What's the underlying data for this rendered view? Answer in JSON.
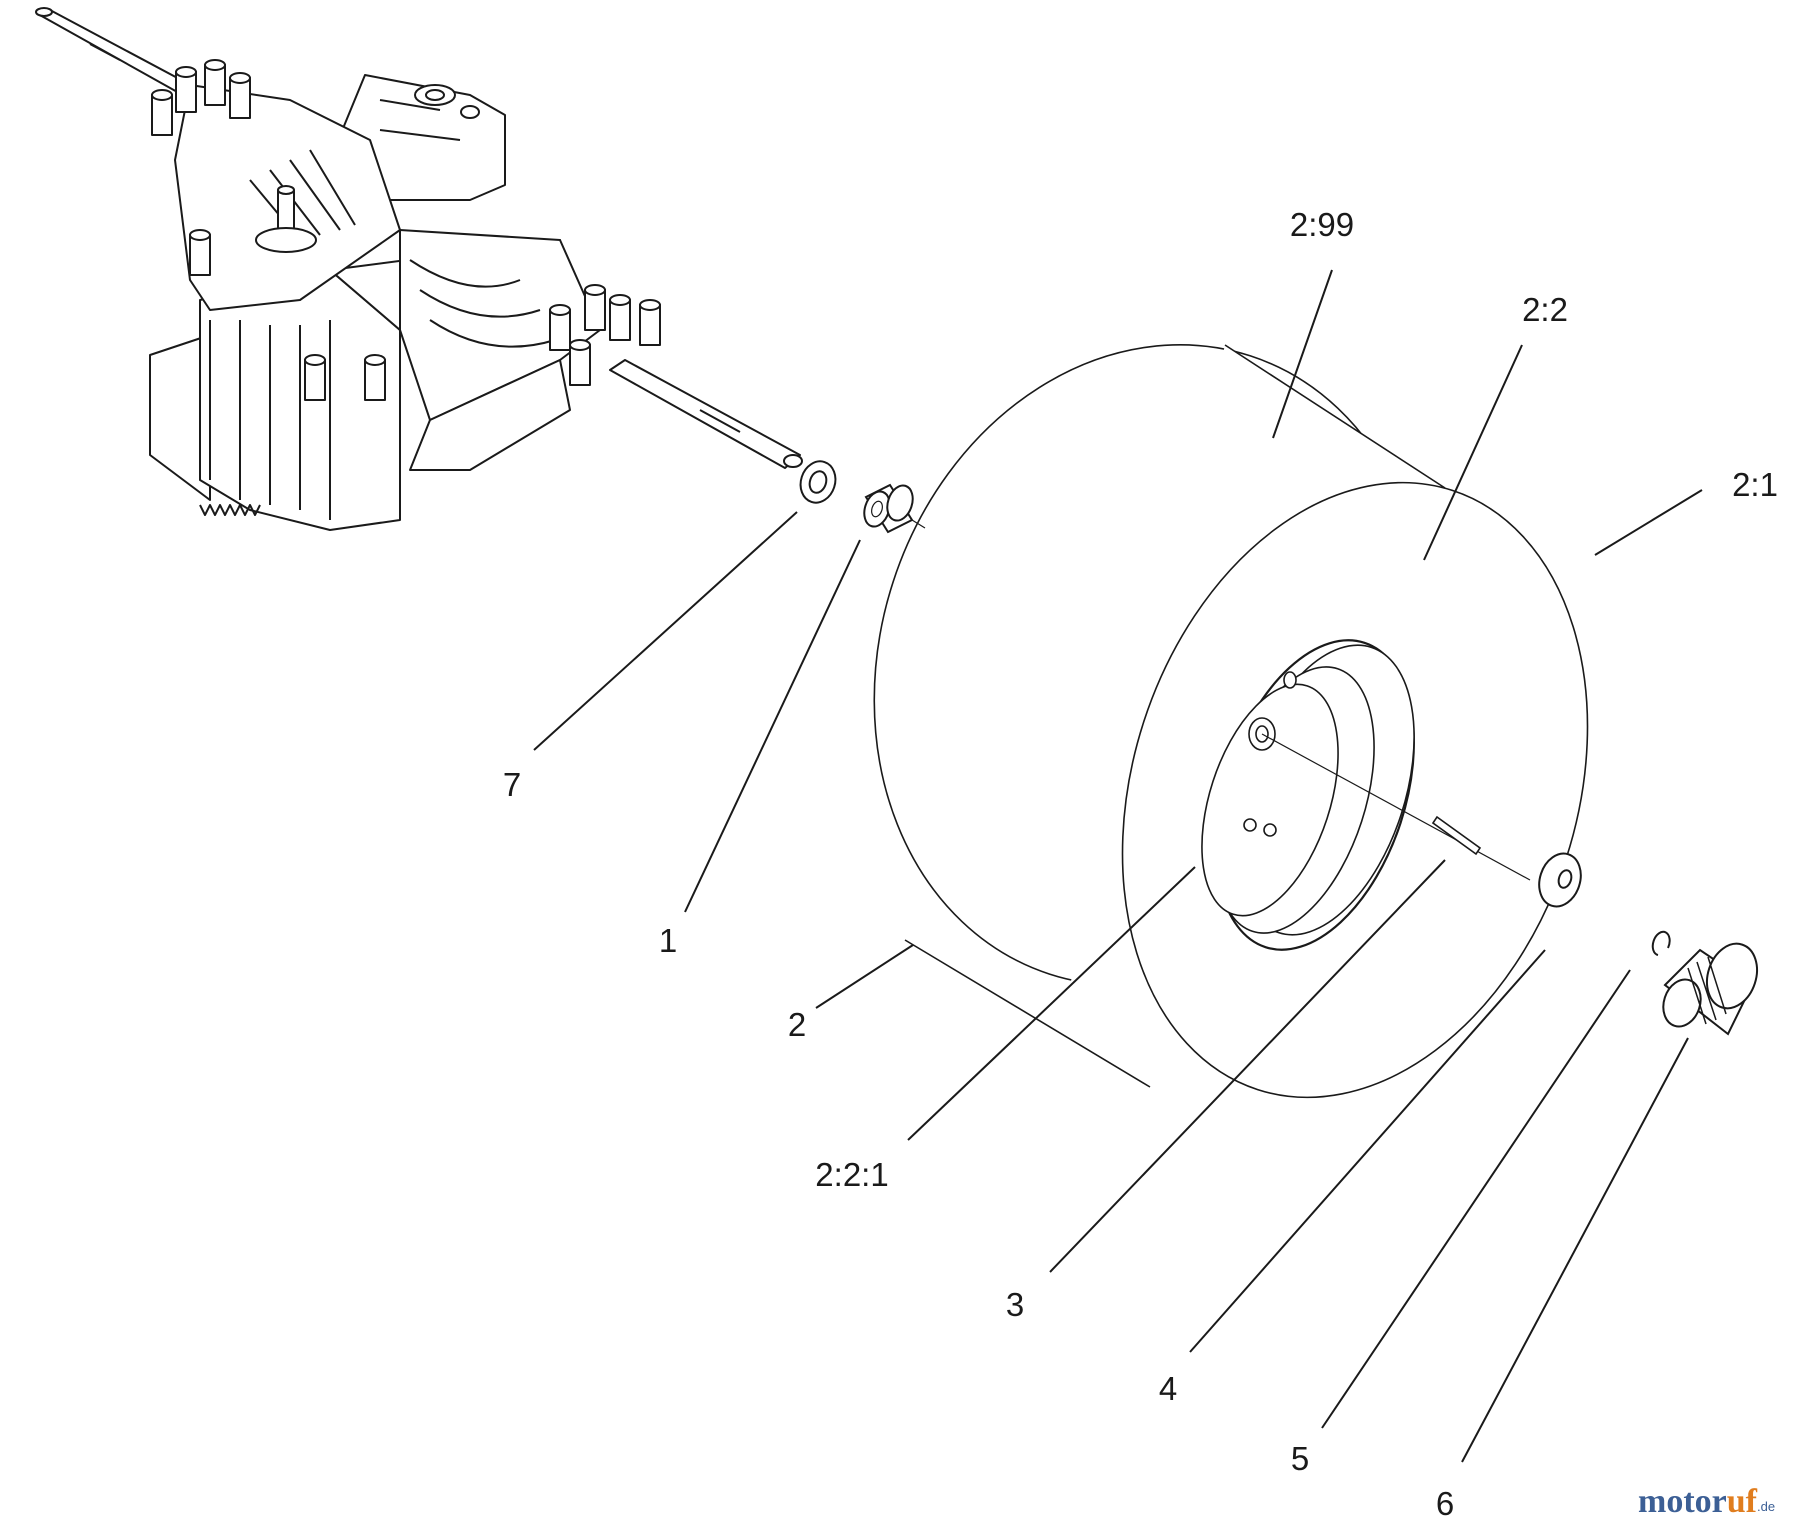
{
  "diagram": {
    "callouts": {
      "c_2_99": "2:99",
      "c_2_2": "2:2",
      "c_2_1": "2:1",
      "c_7": "7",
      "c_1": "1",
      "c_2": "2",
      "c_2_2_1": "2:2:1",
      "c_3": "3",
      "c_4": "4",
      "c_5": "5",
      "c_6": "6"
    },
    "colors": {
      "line": "#1a1a1a",
      "background": "#ffffff"
    }
  },
  "watermark": {
    "text_main_a": "motor",
    "text_main_b": "uf",
    "text_suffix": ".de"
  }
}
